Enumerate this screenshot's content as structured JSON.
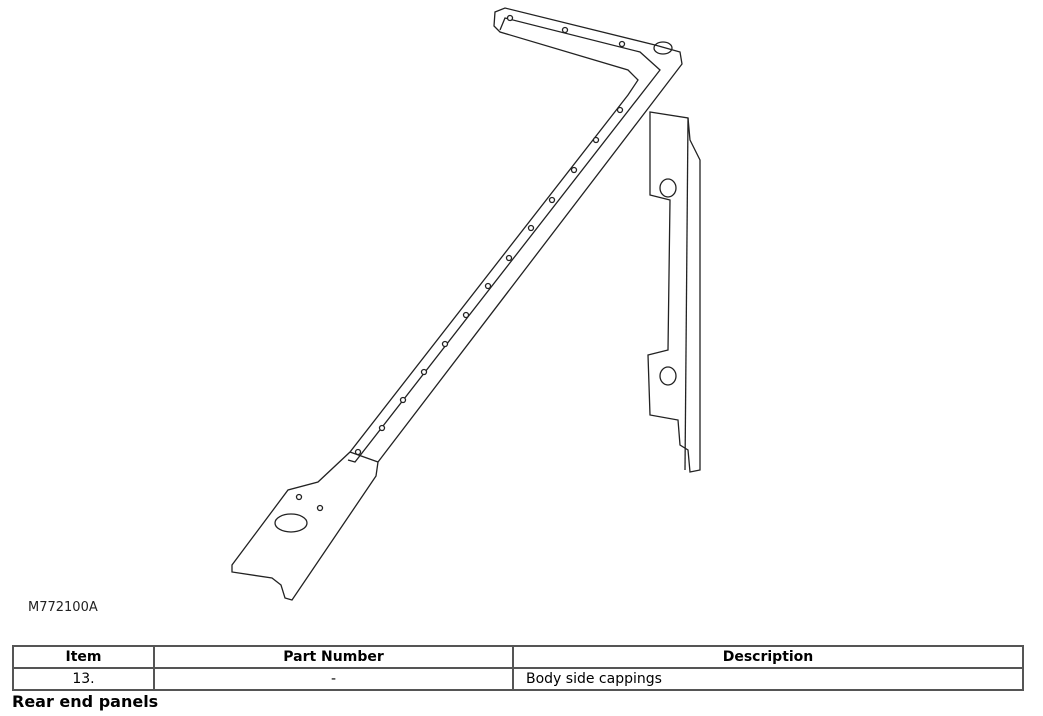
{
  "figure": {
    "code": "M772100A"
  },
  "table": {
    "headers": [
      "Item",
      "Part Number",
      "Description"
    ],
    "rows": [
      {
        "item": "13.",
        "part_number": "-",
        "description": "Body side cappings"
      }
    ]
  },
  "section_heading": "Rear end panels"
}
